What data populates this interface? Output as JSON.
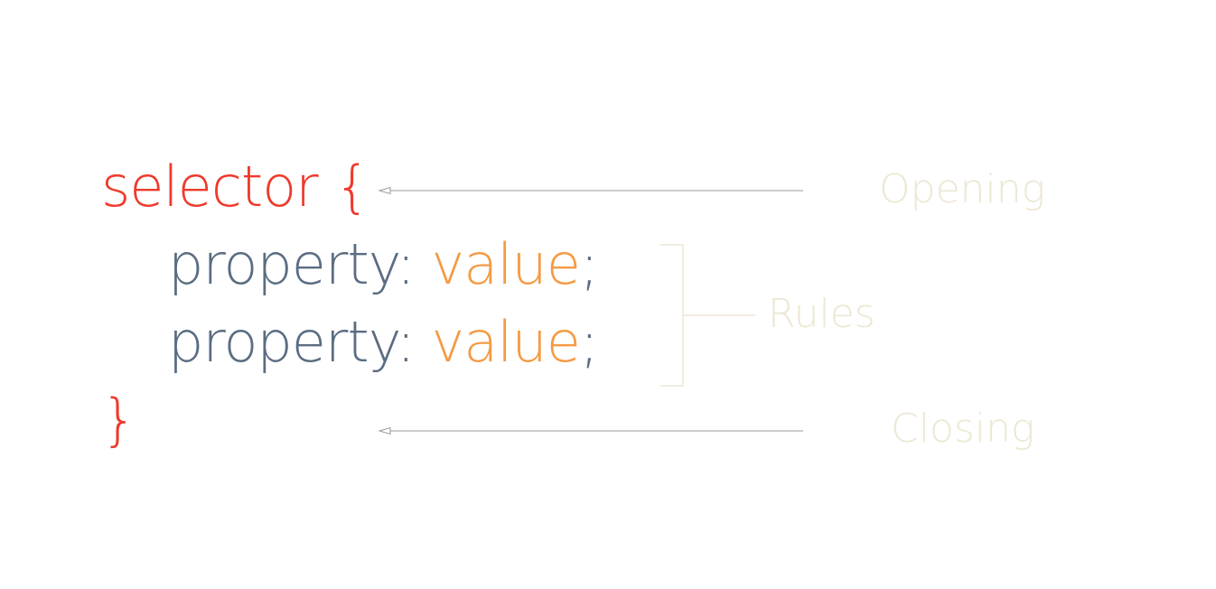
{
  "code": {
    "selector": "selector",
    "open_brace": "{",
    "declarations": [
      {
        "property": "property",
        "colon": ":",
        "value": "value",
        "semicolon": ";"
      },
      {
        "property": "property",
        "colon": ":",
        "value": "value",
        "semicolon": ";"
      }
    ],
    "close_brace": "}"
  },
  "annotations": {
    "opening": "Opening",
    "rules": "Rules",
    "closing": "Closing"
  },
  "colors": {
    "selector": "#ee3a2c",
    "property": "#5a6d82",
    "value": "#f49b45",
    "annotation_text": "#ede7d3",
    "arrow": "#9a9a9a",
    "bracket": "#ede7d3"
  }
}
